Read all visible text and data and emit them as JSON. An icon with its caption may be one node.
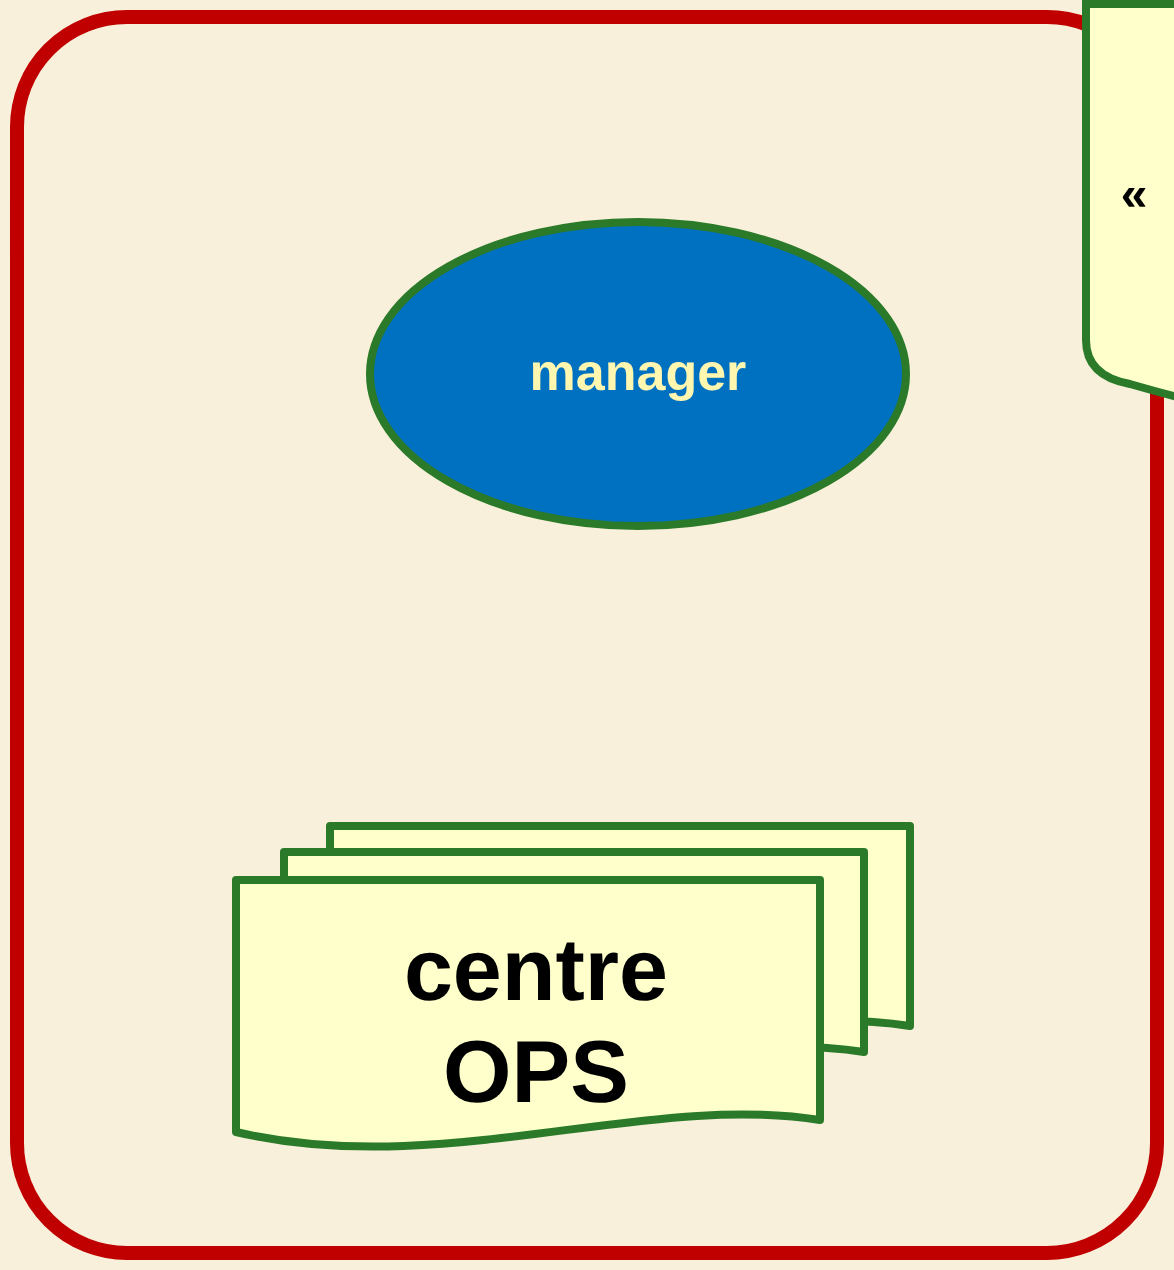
{
  "diagram": {
    "nodes": [
      {
        "text": [],
        "shape": "box"
      },
      {
        "text": [
          "manager"
        ],
        "in": 0
      },
      {
        "text": [
          "centre OPS"
        ],
        "in": 0
      },
      {
        "text": [
          "«"
        ]
      }
    ]
  }
}
